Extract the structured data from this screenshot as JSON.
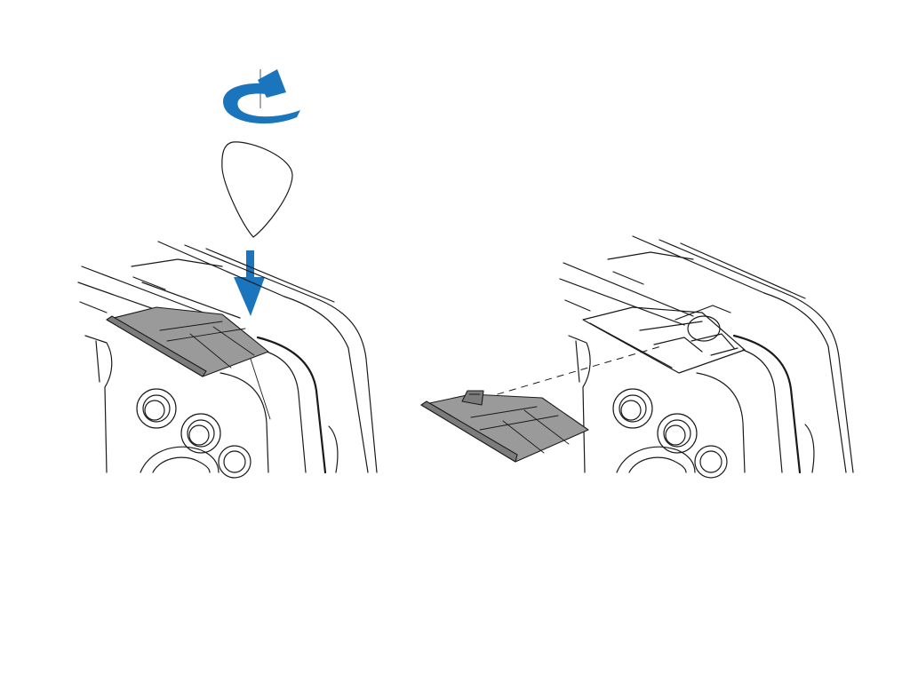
{
  "colors": {
    "background": "#ffffff",
    "line_art": "#1a1a1a",
    "cover_fill": "#9a9a9a",
    "cover_fill_dark": "#7c7c7c",
    "arrow": "#1b75bc"
  },
  "icons": {
    "rotate_arrow": "rotate-clockwise-arrow",
    "down_arrow": "arrow-down",
    "tool": "coin-pry-tool"
  },
  "panels": [
    {
      "id": "step-1",
      "description_shown": ""
    },
    {
      "id": "step-2",
      "description_shown": ""
    }
  ]
}
